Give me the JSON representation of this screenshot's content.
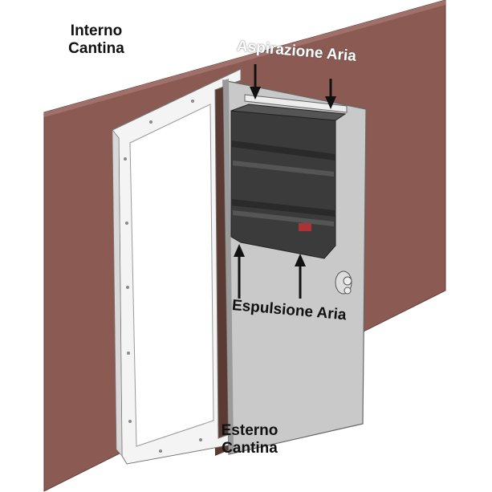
{
  "labels": {
    "inside_line1": "Interno",
    "inside_line2": "Cantina",
    "air_intake": "Aspirazione Aria",
    "air_exhaust": "Espulsione Aria",
    "outside_line1": "Esterno",
    "outside_line2": "Cantina"
  },
  "colors": {
    "wall": "#8b5a52",
    "door": "#c9c9c9",
    "unit": "#3a3a3a",
    "frame": "#f4f4f4"
  }
}
